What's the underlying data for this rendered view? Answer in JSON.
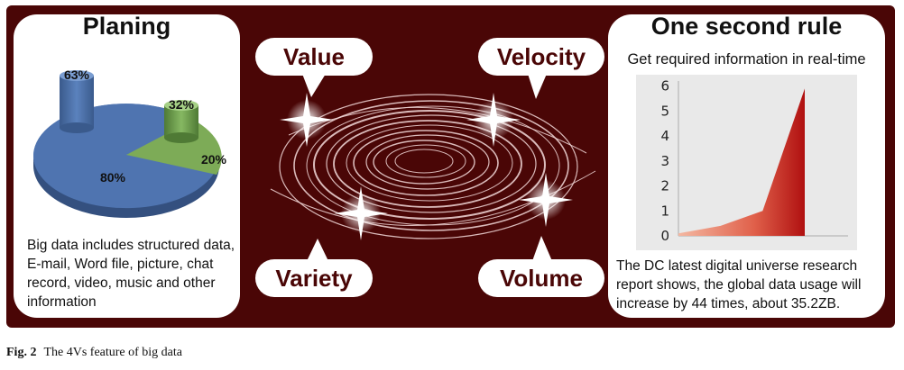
{
  "planning": {
    "title": "Planing",
    "pie_labels": [
      "63%",
      "32%",
      "20%",
      "80%"
    ],
    "description": "Big data includes structured data, E-mail, Word file, picture, chat record, video, music and other information"
  },
  "vs": [
    "Value",
    "Velocity",
    "Variety",
    "Volume"
  ],
  "one_second": {
    "title": "One second rule",
    "subtitle": "Get required information in real-time",
    "description": "The DC latest digital universe research report shows, the global data usage will increase by 44 times, about 35.2ZB."
  },
  "chart_data": {
    "type": "area",
    "title": "",
    "xlabel": "",
    "ylabel": "",
    "y_ticks": [
      "0",
      "1",
      "2",
      "3",
      "4",
      "5",
      "6"
    ],
    "ylim": [
      0,
      6.2
    ],
    "x": [
      0,
      1,
      2,
      3
    ],
    "values": [
      0.1,
      0.4,
      1.0,
      5.9
    ],
    "grid": false
  },
  "caption": {
    "label": "Fig. 2",
    "text": "The 4Vs feature of big data"
  },
  "colors": {
    "background": "#4a0606",
    "pie_blue": "#4f74b0",
    "pie_green": "#7dab57",
    "area_red": "#c0201a"
  }
}
